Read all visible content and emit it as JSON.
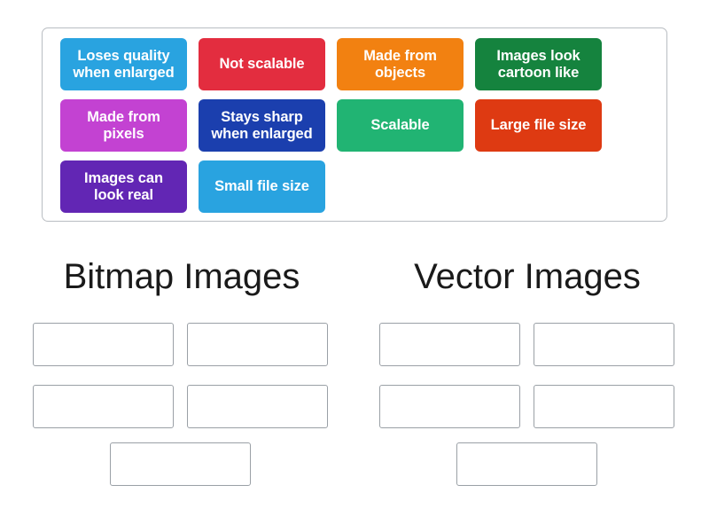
{
  "activity": {
    "type": "group-sort",
    "title": "Bitmap vs Vector Images"
  },
  "tile_bank": {
    "name": "tile-bank",
    "rows": [
      [
        {
          "id": "tile-loses-quality",
          "line1": "Loses quality",
          "line2": "when enlarged",
          "color": "#29a3e0"
        },
        {
          "id": "tile-not-scalable",
          "line1": "Not scalable",
          "line2": "",
          "color": "#e32d3f"
        },
        {
          "id": "tile-made-from-objects",
          "line1": "Made from",
          "line2": "objects",
          "color": "#f28111"
        },
        {
          "id": "tile-images-look-cartoon-like",
          "line1": "Images look",
          "line2": "cartoon like",
          "color": "#15833e"
        }
      ],
      [
        {
          "id": "tile-made-from-pixels",
          "line1": "Made from",
          "line2": "pixels",
          "color": "#c342d2"
        },
        {
          "id": "tile-stays-sharp",
          "line1": "Stays sharp",
          "line2": "when enlarged",
          "color": "#1b3fae"
        },
        {
          "id": "tile-scalable",
          "line1": "Scalable",
          "line2": "",
          "color": "#21b473"
        },
        {
          "id": "tile-large-file-size",
          "line1": "Large file size",
          "line2": "",
          "color": "#de3a12"
        }
      ],
      [
        {
          "id": "tile-images-can-look-real",
          "line1": "Images can",
          "line2": "look real",
          "color": "#6226b4"
        },
        {
          "id": "tile-small-file-size",
          "line1": "Small file size",
          "line2": "",
          "color": "#29a3e0"
        }
      ]
    ]
  },
  "categories": [
    {
      "id": "category-bitmap",
      "label": "Bitmap Images",
      "slots": [
        {
          "id": "bitmap-slot-1",
          "value": ""
        },
        {
          "id": "bitmap-slot-2",
          "value": ""
        },
        {
          "id": "bitmap-slot-3",
          "value": ""
        },
        {
          "id": "bitmap-slot-4",
          "value": ""
        },
        {
          "id": "bitmap-slot-5",
          "value": ""
        }
      ]
    },
    {
      "id": "category-vector",
      "label": "Vector Images",
      "slots": [
        {
          "id": "vector-slot-1",
          "value": ""
        },
        {
          "id": "vector-slot-2",
          "value": ""
        },
        {
          "id": "vector-slot-3",
          "value": ""
        },
        {
          "id": "vector-slot-4",
          "value": ""
        },
        {
          "id": "vector-slot-5",
          "value": ""
        }
      ]
    }
  ],
  "colors": {
    "bank_border": "#b9bdc2",
    "dropzone_border": "#9aa0a6",
    "heading_text": "#1a1a1a",
    "background": "#ffffff",
    "tile_text": "#ffffff"
  }
}
